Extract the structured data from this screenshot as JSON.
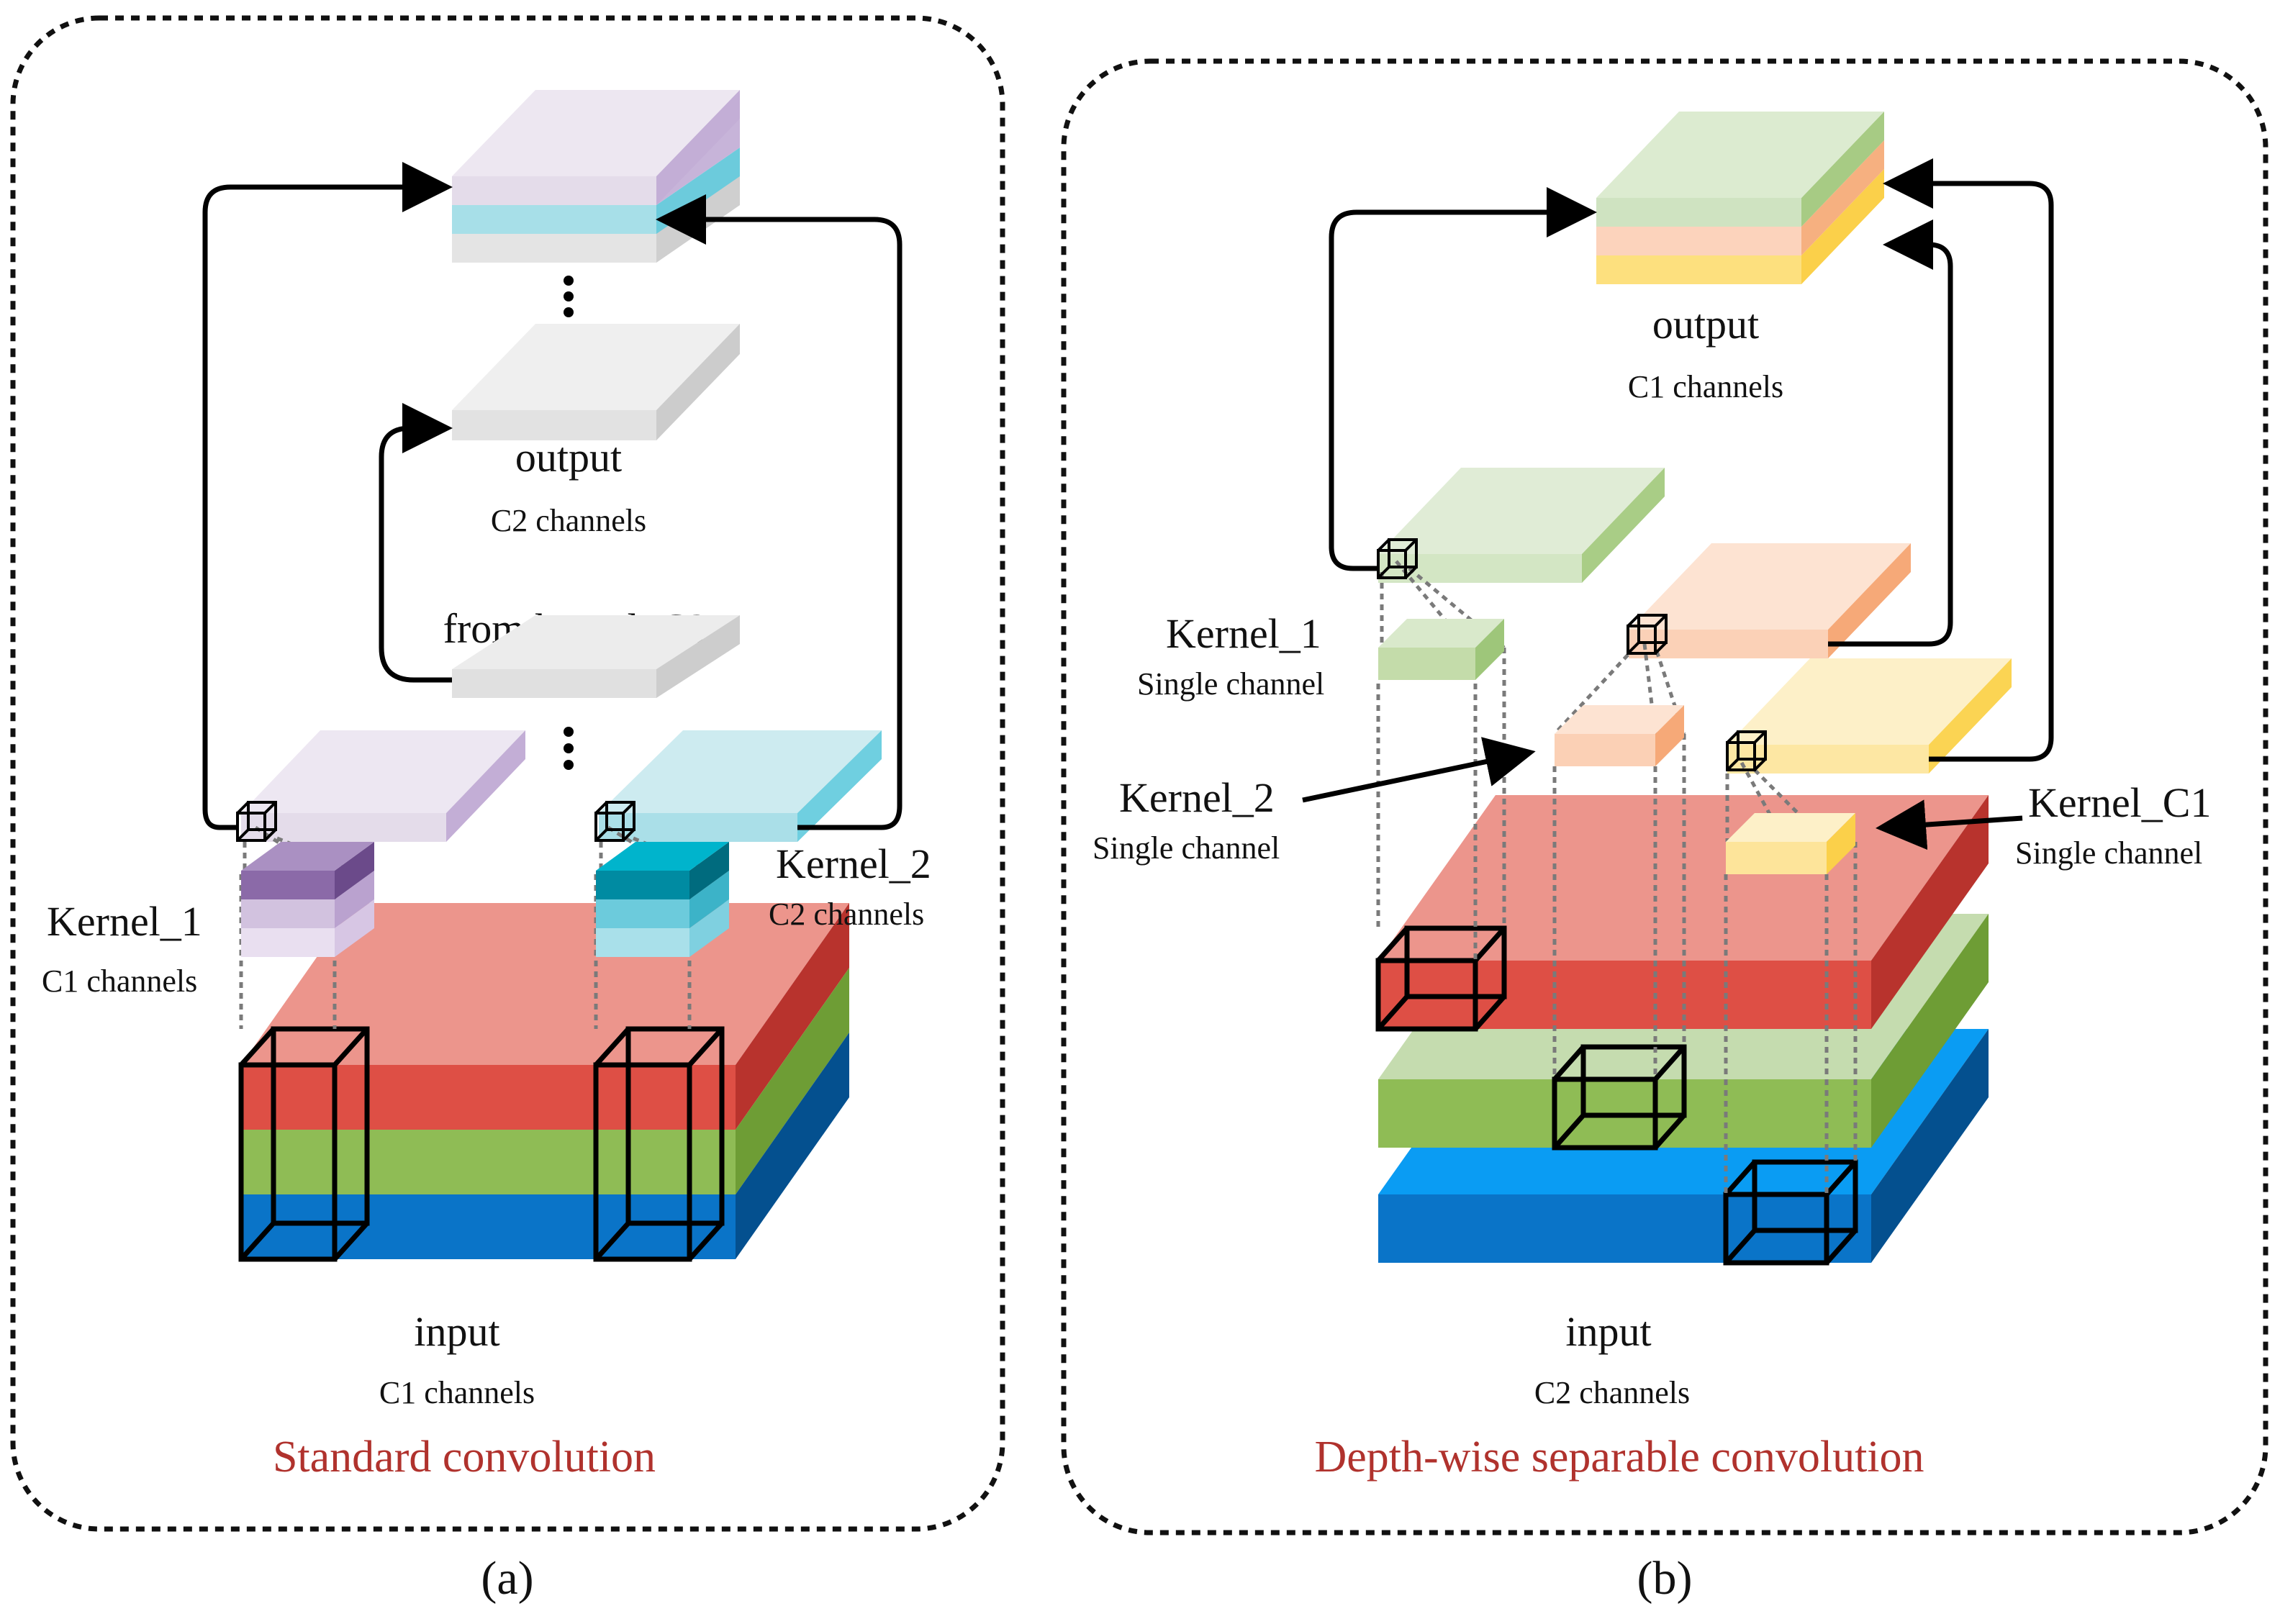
{
  "panel_a": {
    "caption": "Standard convolution",
    "tag": "(a)",
    "output_label": "output",
    "output_sub": "C2 channels",
    "from_label": "from kernel_C2",
    "kernel1_label": "Kernel_1",
    "kernel1_sub": "C1 channels",
    "kernel2_label": "Kernel_2",
    "kernel2_sub": "C2 channels",
    "input_label": "input",
    "input_sub": "C1 channels"
  },
  "panel_b": {
    "caption": "Depth-wise separable convolution",
    "tag": "(b)",
    "output_label": "output",
    "output_sub": "C1 channels",
    "kernel1_label": "Kernel_1",
    "kernel1_sub": "Single channel",
    "kernel2_label": "Kernel_2",
    "kernel2_sub": "Single channel",
    "kernelc1_label": "Kernel_C1",
    "kernelc1_sub": "Single channel",
    "input_label": "input",
    "input_sub": "C2 channels"
  },
  "colors": {
    "red": "#de4f45",
    "green": "#8fbc55",
    "blue": "#0a74c8",
    "purple": "#8b6aa8",
    "cyan": "#00b4cc",
    "peach": "#f7b98c",
    "yellow": "#fbd96a",
    "caption": "#b0322d"
  }
}
